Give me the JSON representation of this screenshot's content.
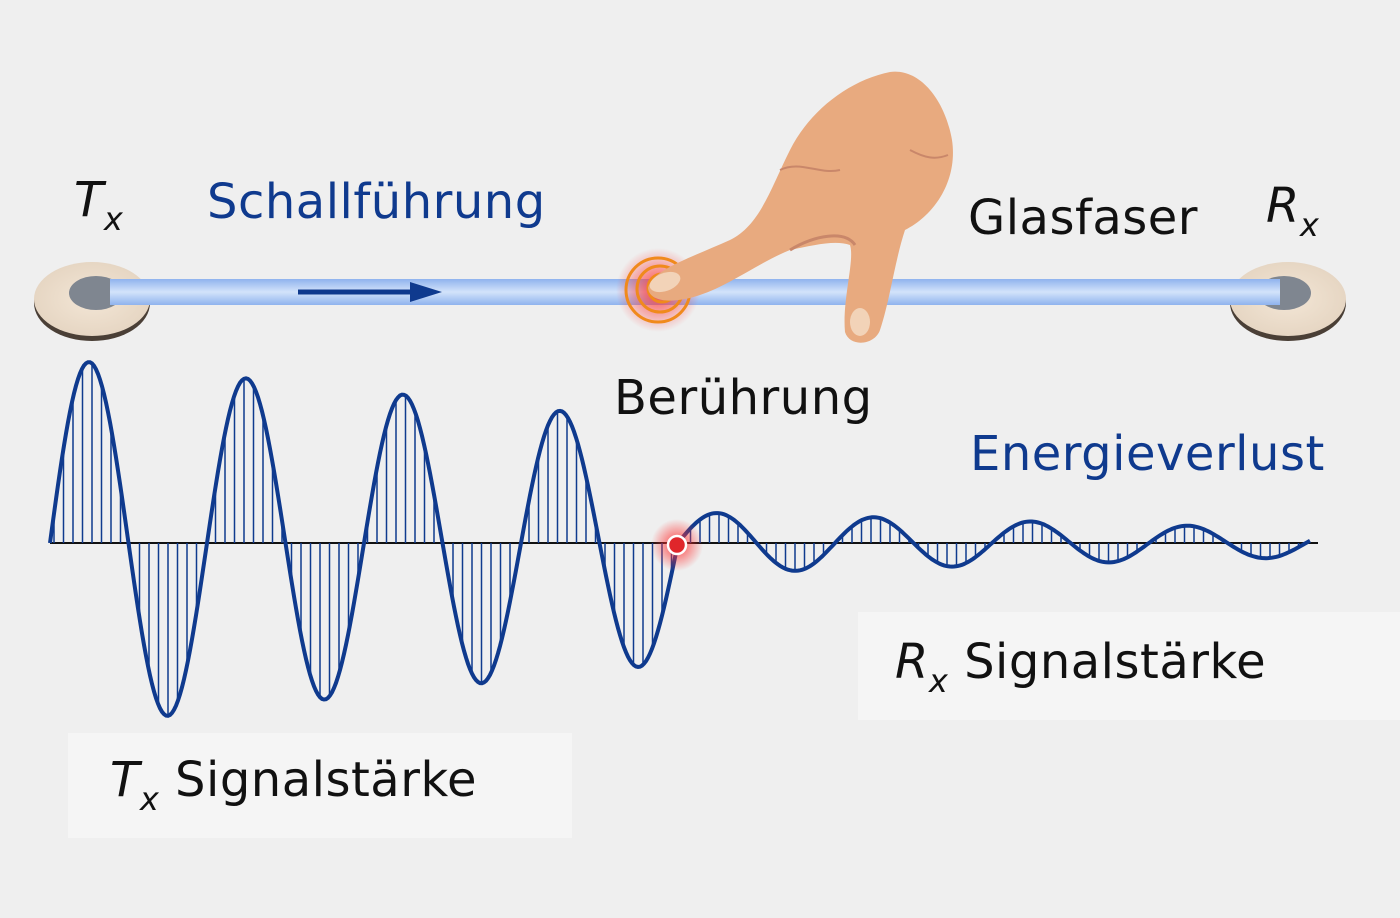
{
  "labels": {
    "tx_symbol": "T",
    "tx_subscript": "x",
    "rx_symbol": "R",
    "rx_subscript": "x",
    "conduction": "Schallführung",
    "fiber": "Glasfaser",
    "touch": "Berührung",
    "energy_loss": "Energieverlust",
    "tx_strength": "Signalstärke",
    "rx_strength": "Signalstärke"
  },
  "colors": {
    "background": "#efefef",
    "accent_blue": "#0f3a8e",
    "fiber_blue": "#9cbdf0",
    "touch_red": "#e0262b",
    "ripple_orange": "#f08a1c",
    "skin": "#e8aa7f"
  }
}
